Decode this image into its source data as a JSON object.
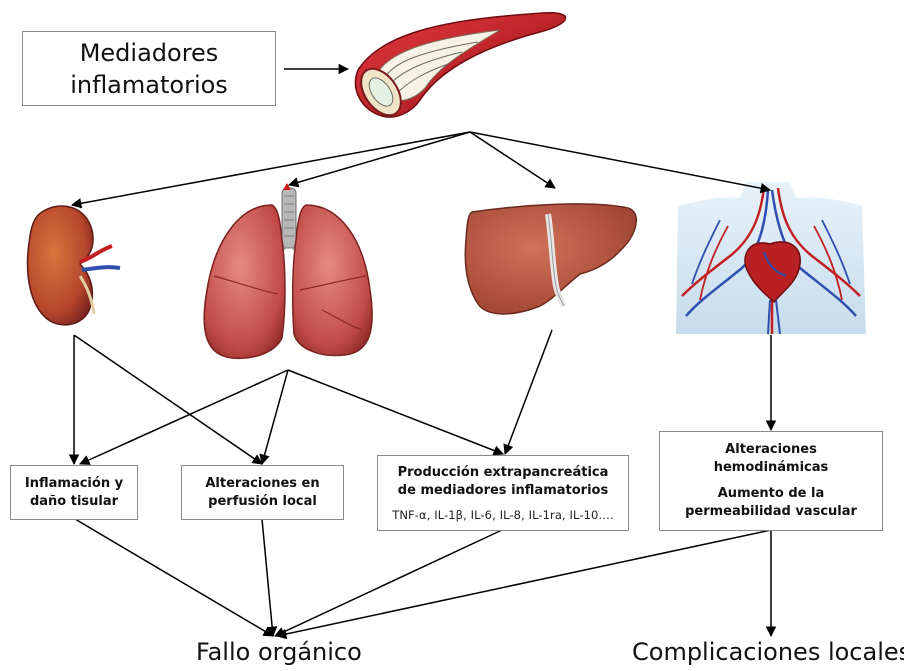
{
  "mediators_box": {
    "line1": "Mediadores",
    "line2": "inflamatorios"
  },
  "boxes": {
    "inflamacion": {
      "line1": "Inflamación y",
      "line2": "daño tisular"
    },
    "perfusion": {
      "line1": "Alteraciones en",
      "line2": "perfusión local"
    },
    "produccion": {
      "line1": "Producción extrapancreática",
      "line2": "de mediadores inflamatorios",
      "cytokines": "TNF-α, IL-1β, IL-6, IL-8, IL-1ra, IL-10…."
    },
    "hemodinamicas": {
      "line1": "Alteraciones",
      "line2": "hemodinámicas",
      "line3": "Aumento de la",
      "line4": "permeabilidad vascular"
    }
  },
  "outcomes": {
    "fallo": "Fallo orgánico",
    "complicaciones": "Complicaciones locales"
  },
  "illustrations": [
    "blood-vessel",
    "kidney",
    "lungs",
    "liver",
    "circulatory-system"
  ],
  "colors": {
    "organ_red": "#c44a46",
    "organ_dark": "#8e2a28",
    "liver": "#b8553f",
    "vein_blue": "#2f4fb0",
    "artery_red": "#c21f23",
    "arrow": "#000000",
    "box_border": "#8a8a8a"
  }
}
